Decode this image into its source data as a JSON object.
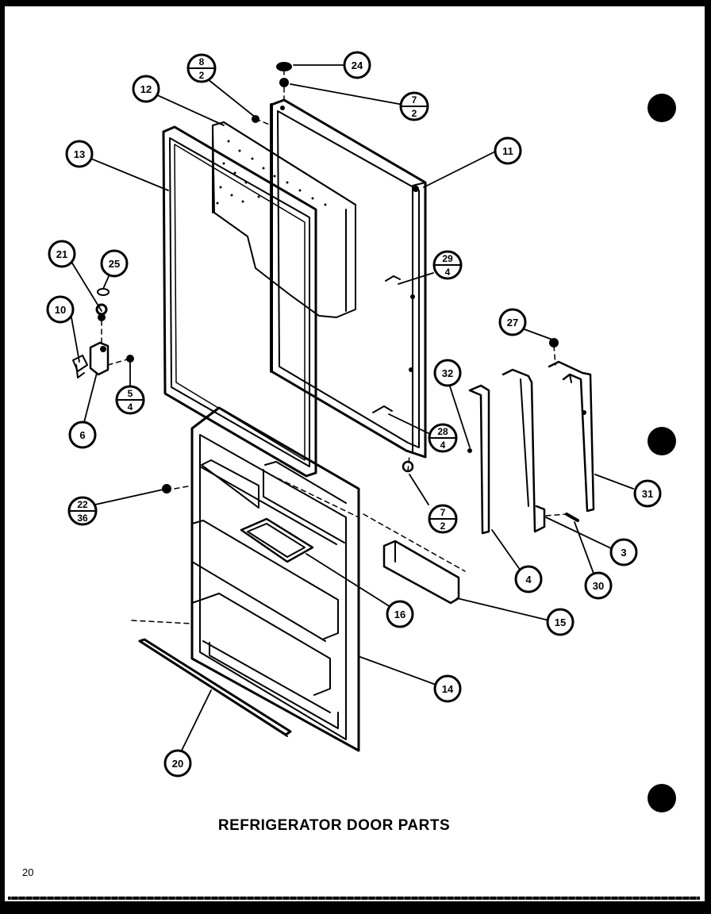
{
  "title": "REFRIGERATOR DOOR PARTS",
  "page_number": "20",
  "callouts": [
    {
      "id": "c-12",
      "label": "12"
    },
    {
      "id": "c-13",
      "label": "13"
    },
    {
      "id": "c-24",
      "label": "24"
    },
    {
      "id": "c-11",
      "label": "11"
    },
    {
      "id": "c-21",
      "label": "21"
    },
    {
      "id": "c-25",
      "label": "25"
    },
    {
      "id": "c-10",
      "label": "10"
    },
    {
      "id": "c-6",
      "label": "6"
    },
    {
      "id": "c-27",
      "label": "27"
    },
    {
      "id": "c-32",
      "label": "32"
    },
    {
      "id": "c-31",
      "label": "31"
    },
    {
      "id": "c-3",
      "label": "3"
    },
    {
      "id": "c-4",
      "label": "4"
    },
    {
      "id": "c-30",
      "label": "30"
    },
    {
      "id": "c-16",
      "label": "16"
    },
    {
      "id": "c-15",
      "label": "15"
    },
    {
      "id": "c-14",
      "label": "14"
    },
    {
      "id": "c-20",
      "label": "20"
    }
  ],
  "fraction_callouts": [
    {
      "id": "f-8-2",
      "top": "8",
      "bottom": "2"
    },
    {
      "id": "f-7-2-top",
      "top": "7",
      "bottom": "2"
    },
    {
      "id": "f-29-4",
      "top": "29",
      "bottom": "4"
    },
    {
      "id": "f-5-4",
      "top": "5",
      "bottom": "4"
    },
    {
      "id": "f-28-4",
      "top": "28",
      "bottom": "4"
    },
    {
      "id": "f-22-36",
      "top": "22",
      "bottom": "36"
    },
    {
      "id": "f-7-2-bottom",
      "top": "7",
      "bottom": "2"
    }
  ]
}
